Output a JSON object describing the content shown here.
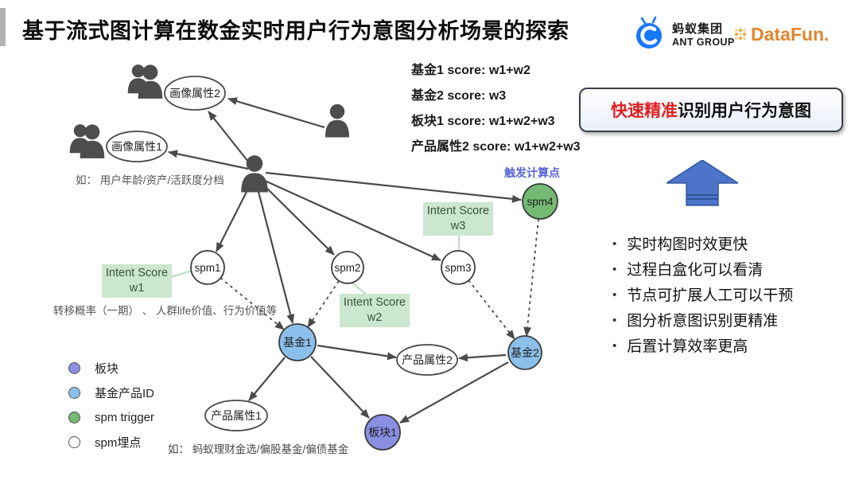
{
  "header": {
    "title": "基于流式图计算在数金实时用户行为意图分析场景的探索",
    "ant_logo": {
      "cn": "蚂蚁集团",
      "en": "ANT GROUP"
    },
    "datafun_logo": "DataFun."
  },
  "scores": [
    "基金1 score: w1+w2",
    "基金2 score: w3",
    "板块1 score: w1+w2+w3",
    "产品属性2 score: w1+w2+w3"
  ],
  "highlight": {
    "emphasis": "快速精准",
    "rest": "识别用户行为意图"
  },
  "benefits": [
    "实时构图时效更快",
    "过程白盒化可以看清",
    "节点可扩展人工可以干预",
    "图分析意图识别更精准",
    "后置计算效率更高"
  ],
  "diagram": {
    "trigger_label": "触发计算点",
    "profile_note": "如： 用户年龄/资产/活跃度分档",
    "weight_note": "转移概率（一期） 、 人群life价值、行为价值等",
    "fund_note": "如： 蚂蚁理财金选/偏股基金/偏债基金",
    "intent_scores": [
      {
        "title": "Intent Score",
        "weight": "w1"
      },
      {
        "title": "Intent Score",
        "weight": "w2"
      },
      {
        "title": "Intent Score",
        "weight": "w3"
      }
    ],
    "nodes": {
      "profile2": "画像属性2",
      "profile1": "画像属性1",
      "spm1": "spm1",
      "spm2": "spm2",
      "spm3": "spm3",
      "spm4": "spm4",
      "fund1": "基金1",
      "fund2": "基金2",
      "prod2": "产品属性2",
      "prod1": "产品属性1",
      "sector1": "板块1"
    }
  },
  "legend": [
    {
      "label": "板块",
      "color": "#8A8FE2"
    },
    {
      "label": "基金产品ID",
      "color": "#8CC0EC"
    },
    {
      "label": "spm trigger",
      "color": "#74B974"
    },
    {
      "label": "spm埋点",
      "color": "#FFFFFF"
    }
  ],
  "colors": {
    "accent_red": "#E02020",
    "trigger_blue": "#5563D6",
    "arrow_blue": "#4C74C9",
    "fund_node": "#8CC0EC",
    "sector_node": "#8A8FE2",
    "trigger_node": "#74B974",
    "intent_box_bg": "#CBE7CF",
    "edge_gray": "#4A4A4A",
    "ant_blue": "#1677FF",
    "datafun_orange": "#E0862F"
  }
}
